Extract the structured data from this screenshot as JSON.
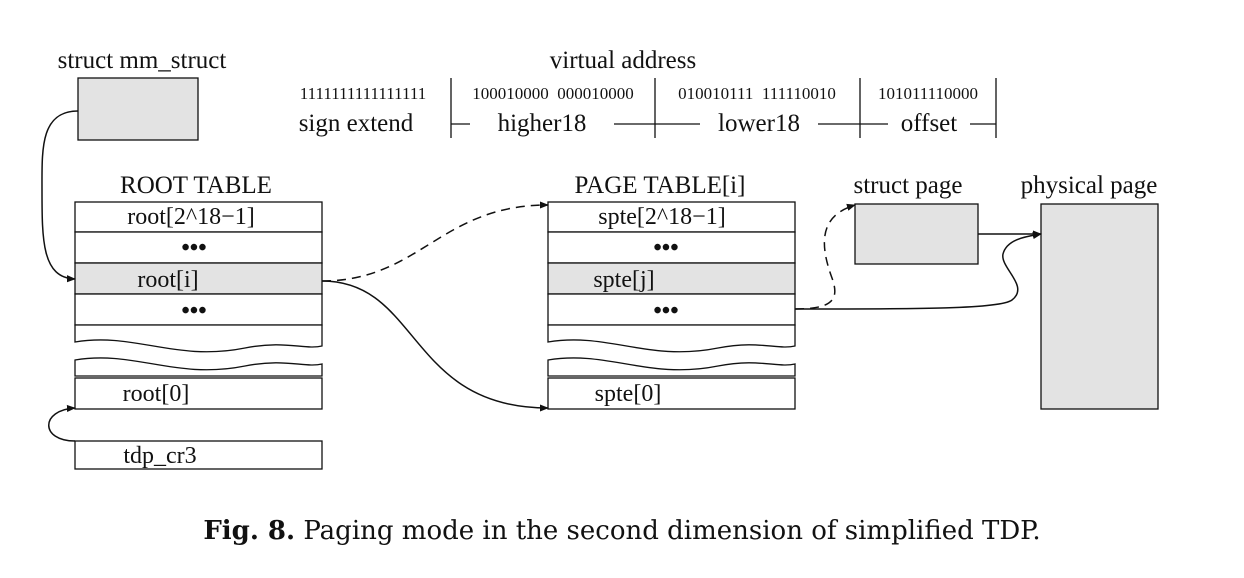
{
  "labels": {
    "mm_struct": "struct mm_struct",
    "virtual_address": "virtual address",
    "root_table": "ROOT TABLE",
    "page_table": "PAGE TABLE[i]",
    "struct_page": "struct page",
    "physical_page": "physical page"
  },
  "address": {
    "bits": {
      "sign": "1111111111111111",
      "higher": "100010000  000010000",
      "lower": "010010111  111110010",
      "offset": "101011110000"
    },
    "fields": {
      "sign": "sign extend",
      "higher": "higher18",
      "lower": "lower18",
      "offset": "offset"
    }
  },
  "root_table": {
    "top": "root[2^18−1]",
    "dots1": "•••",
    "selected": "root[i]",
    "dots2": "•••",
    "bottom": "root[0]"
  },
  "page_table": {
    "top": "spte[2^18−1]",
    "dots1": "•••",
    "selected": "spte[j]",
    "dots2": "•••",
    "bottom": "spte[0]"
  },
  "tdp_cr3": "tdp_cr3",
  "caption": {
    "prefix": "Fig. 8.",
    "text": "Paging mode in the second dimension of simplified TDP."
  },
  "colors": {
    "highlight": "#e3e3e3",
    "stroke": "#111111",
    "background": "#ffffff"
  }
}
